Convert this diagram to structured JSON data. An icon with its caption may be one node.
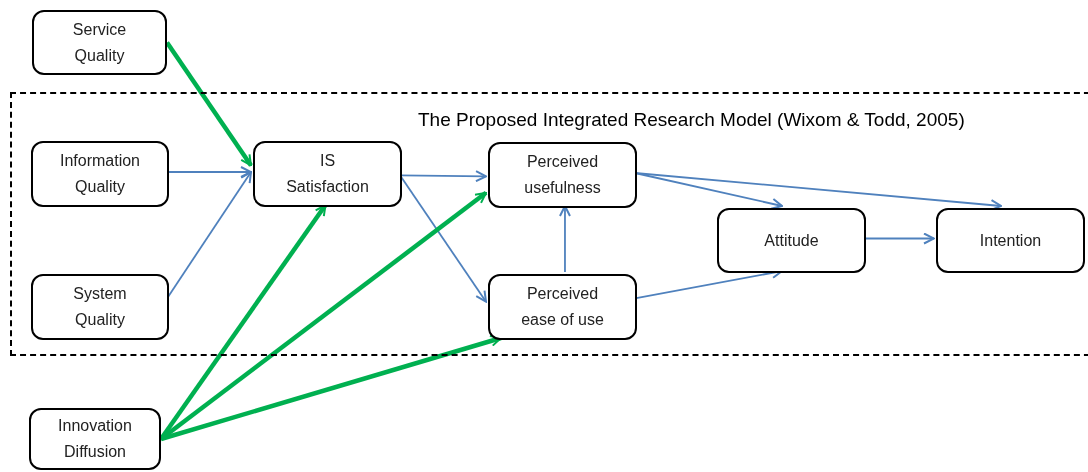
{
  "diagram": {
    "nodes": [
      {
        "text": [
          "Service Quality"
        ]
      },
      {
        "text": [
          "The Proposed Integrated Research Model (Wixom & Todd, 2005)"
        ]
      },
      {
        "text": [
          "Information Quality"
        ],
        "in": 1
      },
      {
        "text": [
          "IS Satisfaction"
        ],
        "in": 1
      },
      {
        "text": [
          "Perceived usefulness"
        ],
        "in": 1
      },
      {
        "text": [
          "Attitude"
        ],
        "in": 1
      },
      {
        "text": [
          "Intention"
        ],
        "in": 1
      },
      {
        "text": [
          "System Quality"
        ],
        "in": 1
      },
      {
        "text": [
          "Perceived ease of use"
        ],
        "in": 1
      },
      {
        "text": [
          "Innovation Diffusion"
        ]
      }
    ],
    "edges": [
      {
        "from": 0,
        "to": 3,
        "arrow": "to",
        "style": "thick",
        "color": "#00b050"
      },
      {
        "from": 2,
        "to": 3,
        "arrow": "to"
      },
      {
        "from": 7,
        "to": 3,
        "arrow": "to"
      },
      {
        "from": 3,
        "to": 4,
        "arrow": "to"
      },
      {
        "from": 3,
        "to": 8,
        "arrow": "to"
      },
      {
        "from": 8,
        "to": 4,
        "arrow": "to"
      },
      {
        "from": 4,
        "to": 5,
        "arrow": "to"
      },
      {
        "from": 4,
        "to": 6,
        "arrow": "to"
      },
      {
        "from": 8,
        "to": 5,
        "arrow": "to"
      },
      {
        "from": 5,
        "to": 6,
        "arrow": "to"
      },
      {
        "from": 9,
        "to": 3,
        "arrow": "to",
        "style": "thick",
        "color": "#00b050"
      },
      {
        "from": 9,
        "to": 4,
        "arrow": "to",
        "style": "thick",
        "color": "#00b050"
      },
      {
        "from": 9,
        "to": 8,
        "arrow": "to",
        "style": "thick",
        "color": "#00b050"
      }
    ]
  }
}
